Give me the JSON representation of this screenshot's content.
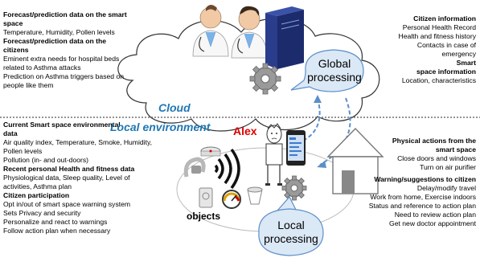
{
  "left_cloud": {
    "h1": "Forecast/prediction data on the smart space",
    "p1": "Temperature, Humidity, Pollen levels",
    "h2": "Forecast/prediction data on the citizens",
    "p2": "Eminent extra needs for hospital beds related to Asthma attacks",
    "p3": "Prediction on Asthma triggers based on people like them"
  },
  "right_cloud": {
    "h1": "Citizen information",
    "l1": "Personal Health Record",
    "l2": "Health and fitness history",
    "l3": "Contacts in case of",
    "l4": "emergency",
    "h2a": "Smart",
    "h2b": "space information",
    "l5": "Location, characteristics"
  },
  "left_local": {
    "h1": "Current Smart space environmental data",
    "p1": "Air quality index, Temperature, Smoke, Humidity, Pollen levels",
    "p2": "Pollution (in- and out-doors)",
    "h2": "Recent personal Health and fitness data",
    "p3": "Physiological data, Sleep quality, Level of activities, Asthma plan",
    "h3": "Citizen participation",
    "p4": "Opt in/out of smart space warning system",
    "p5": "Sets Privacy and security",
    "p6": "Personalize and react to warnings",
    "p7": "Follow action plan when necessary"
  },
  "right_local": {
    "h1a": "Physical actions from the",
    "h1b": "smart space",
    "l1": "Close doors and windows",
    "l2": "Turn on air purifier",
    "h2": "Warning/suggestions to citizen",
    "l3": "Delay/modify travel",
    "l4": "Work from home, Exercise indoors",
    "l5": "Status and reference to action plan",
    "l6": "Need to review action plan",
    "l7": "Get new doctor appointment"
  },
  "center": {
    "cloud": "Cloud",
    "local_env": "Local environment",
    "alex": "Alex",
    "global1": "Global",
    "global2": "processing",
    "local1": "Local",
    "local2": "processing",
    "objects": "objects"
  },
  "icons": [
    "doctor-icon",
    "server-icon",
    "gear-icon",
    "house-icon",
    "person-icon",
    "smartphone-icon",
    "smoke-detector-icon",
    "wifi-signal-icon",
    "gauge-icon",
    "inhaler-icon",
    "air-purifier-icon",
    "wearable-icon"
  ],
  "colors": {
    "cloud_label": "#1f77b4",
    "alex": "#e00000",
    "bubble": "#dbe8f5",
    "bubble_border": "#5b8fc9",
    "divider": "#555555"
  }
}
